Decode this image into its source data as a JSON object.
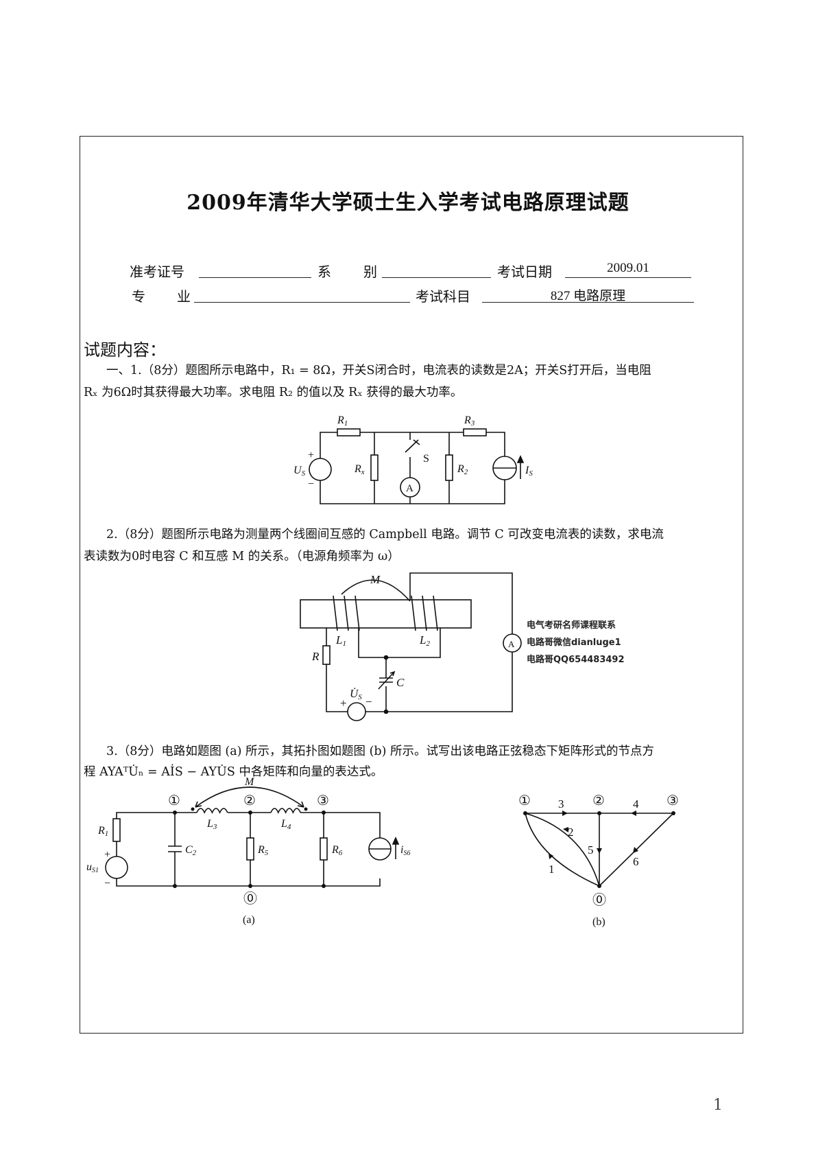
{
  "title": "2009年清华大学硕士生入学考试电路原理试题",
  "header": {
    "exam_id_label": "准考证号",
    "dept_label_1": "系",
    "dept_label_2": "别",
    "date_label": "考试日期",
    "date_value": "2009.01",
    "major_label_1": "专",
    "major_label_2": "业",
    "subject_label": "考试科目",
    "subject_value": "827 电路原理"
  },
  "section_heading": "试题内容：",
  "questions": [
    {
      "lines": [
        "一、1.（8分）题图所示电路中，R₁ = 8Ω，开关S闭合时，电流表的读数是2A；开关S打开后，当电阻",
        "Rₓ 为6Ω时其获得最大功率。求电阻 R₂ 的值以及 Rₓ 获得的最大功率。"
      ],
      "figure": {
        "R1": {
          "main": "R",
          "sub": "1"
        },
        "R3": {
          "main": "R",
          "sub": "3"
        },
        "Rx": {
          "main": "R",
          "sub": "x"
        },
        "R2": {
          "main": "R",
          "sub": "2"
        },
        "Us": {
          "main": "U",
          "sub": "S"
        },
        "Is": {
          "main": "I",
          "sub": "S"
        },
        "S": "S",
        "A": "A",
        "plus": "+",
        "minus": "−"
      }
    },
    {
      "lines": [
        "2.（8分）题图所示电路为测量两个线圈间互感的 Campbell 电路。调节 C 可改变电流表的读数，求电流",
        "表读数为0时电容 C 和互感 M 的关系。（电源角频率为 ω）"
      ],
      "figure": {
        "M": "M",
        "L1": {
          "main": "L",
          "sub": "1"
        },
        "L2": {
          "main": "L",
          "sub": "2"
        },
        "R": "R",
        "C": "C",
        "Us": {
          "main": "U̇",
          "sub": "S"
        },
        "A": "A",
        "plus": "+",
        "minus": "−",
        "watermark": [
          "电气考研名师课程联系",
          "电路哥微信dianluge1",
          "电路哥QQ654483492"
        ]
      }
    },
    {
      "lines": [
        "3.（8分）电路如题图 (a) 所示，其拓扑图如题图 (b) 所示。试写出该电路正弦稳态下矩阵形式的节点方",
        "程 AYAᵀU̇ₙ = AİS − AYU̇S 中各矩阵和向量的表达式。"
      ],
      "figure_a": {
        "caption": "(a)",
        "M": "M",
        "nodes": [
          "①",
          "②",
          "③",
          "⓪"
        ],
        "R1": {
          "main": "R",
          "sub": "1"
        },
        "C2": {
          "main": "C",
          "sub": "2"
        },
        "L3": {
          "main": "L",
          "sub": "3"
        },
        "L4": {
          "main": "L",
          "sub": "4"
        },
        "R5": {
          "main": "R",
          "sub": "5"
        },
        "R6": {
          "main": "R",
          "sub": "6"
        },
        "us1": {
          "main": "u",
          "sub": "S1"
        },
        "is6": {
          "main": "i",
          "sub": "S6"
        },
        "plus": "+",
        "minus": "−"
      },
      "figure_b": {
        "caption": "(b)",
        "nodes": [
          "①",
          "②",
          "③",
          "⓪"
        ],
        "branches": [
          "1",
          "2",
          "3",
          "4",
          "5",
          "6"
        ]
      }
    }
  ],
  "page_number": "1"
}
